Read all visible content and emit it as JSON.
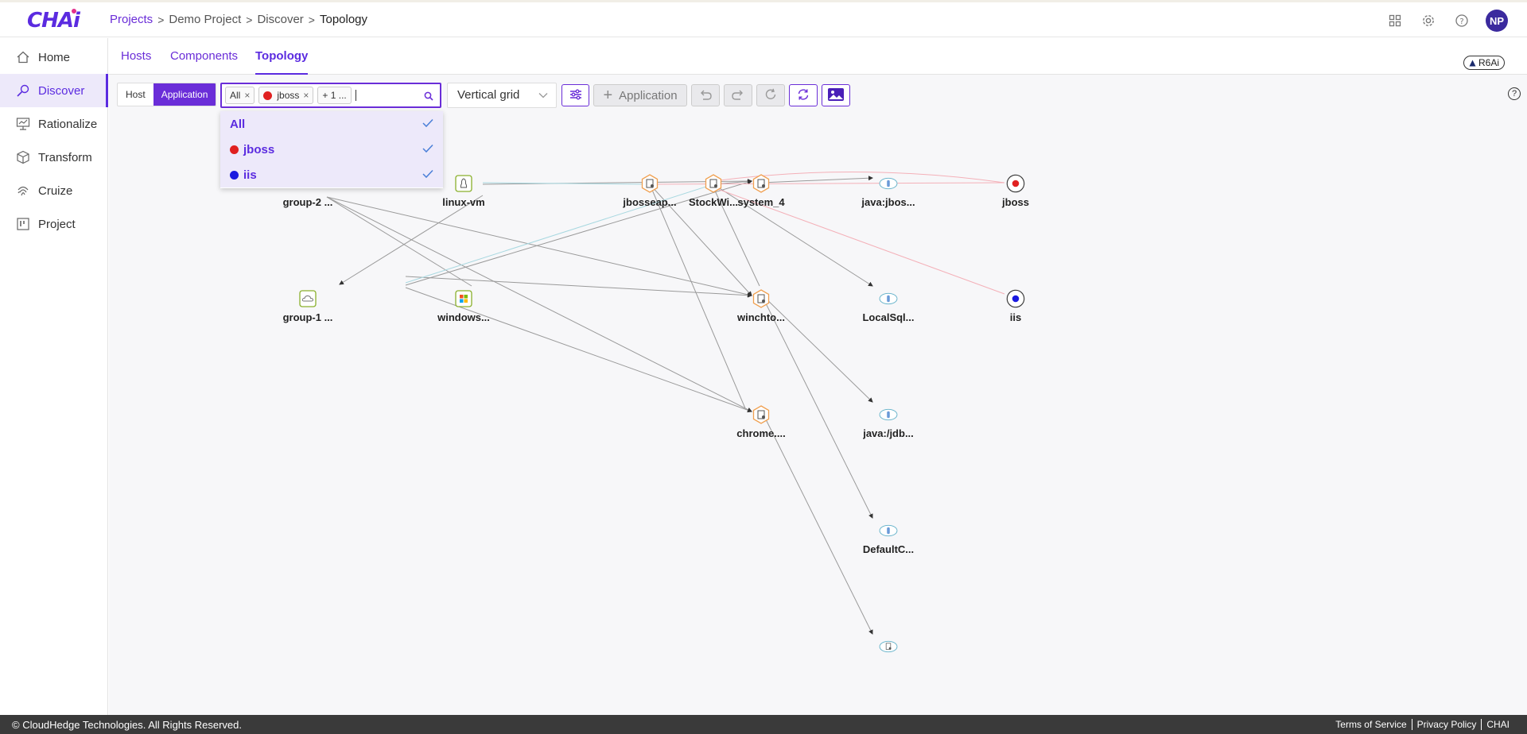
{
  "app": {
    "logo": "CHAi"
  },
  "breadcrumb": [
    "Projects",
    "Demo Project",
    "Discover",
    "Topology"
  ],
  "header": {
    "avatar": "NP",
    "icons": [
      "apps-grid-icon",
      "gear-icon",
      "help-icon"
    ]
  },
  "sidebar": {
    "items": [
      {
        "label": "Home",
        "icon": "home-icon"
      },
      {
        "label": "Discover",
        "icon": "discover-icon",
        "active": true
      },
      {
        "label": "Rationalize",
        "icon": "rationalize-icon"
      },
      {
        "label": "Transform",
        "icon": "cube-icon"
      },
      {
        "label": "Cruize",
        "icon": "fingerprint-icon"
      },
      {
        "label": "Project",
        "icon": "board-icon"
      }
    ]
  },
  "tabs": [
    {
      "label": "Hosts"
    },
    {
      "label": "Components"
    },
    {
      "label": "Topology",
      "active": true
    }
  ],
  "badge": "R6Ai",
  "toolbar": {
    "view_toggle": [
      "Host",
      "Application"
    ],
    "view_selected": "Application",
    "tags": [
      {
        "label": "All"
      },
      {
        "label": "jboss",
        "color": "#e02020"
      },
      {
        "label": "+ 1 ..."
      }
    ],
    "layout_select": "Vertical grid",
    "add_application": "Application",
    "help": "?"
  },
  "dropdown": {
    "items": [
      {
        "label": "All",
        "checked": true
      },
      {
        "label": "jboss",
        "color": "#e02020",
        "checked": true
      },
      {
        "label": "iis",
        "color": "#1a1ae0",
        "checked": true
      }
    ]
  },
  "topology": {
    "nodes": [
      {
        "label": "group-2 ...",
        "kind": "group"
      },
      {
        "label": "linux-vm",
        "kind": "linux"
      },
      {
        "label": "jbosseap...",
        "kind": "app"
      },
      {
        "label": "StockWi...",
        "kind": "app"
      },
      {
        "label": "system_4",
        "kind": "app"
      },
      {
        "label": "java:jbos...",
        "kind": "db"
      },
      {
        "label": "jboss",
        "kind": "tag-red"
      },
      {
        "label": "group-1 ...",
        "kind": "group"
      },
      {
        "label": "windows...",
        "kind": "windows"
      },
      {
        "label": "winchto...",
        "kind": "app"
      },
      {
        "label": "LocalSql...",
        "kind": "db"
      },
      {
        "label": "iis",
        "kind": "tag-blue"
      },
      {
        "label": "chrome....",
        "kind": "app"
      },
      {
        "label": "java:/jdb...",
        "kind": "db"
      },
      {
        "label": "DefaultC...",
        "kind": "db"
      },
      {
        "label": "",
        "kind": "app-cyan"
      }
    ]
  },
  "footer": {
    "copyright": "© CloudHedge Technologies. All Rights Reserved.",
    "links": [
      "Terms of Service",
      "Privacy Policy",
      "CHAI"
    ]
  },
  "colors": {
    "accent": "#6a2dd8",
    "jboss": "#e02020",
    "iis": "#1a1ae0"
  }
}
